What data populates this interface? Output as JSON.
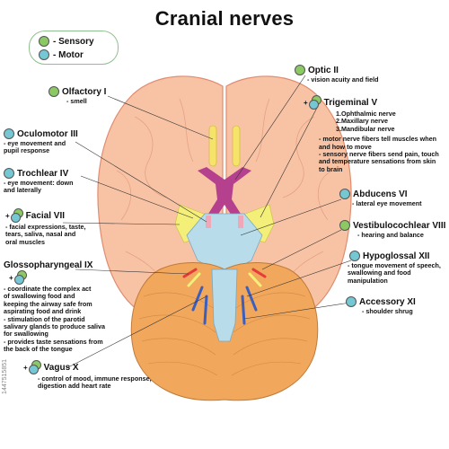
{
  "title": "Cranial nerves",
  "legend": [
    {
      "label": "- Sensory",
      "type": "sensory"
    },
    {
      "label": "- Motor",
      "type": "motor"
    }
  ],
  "nerves": {
    "olfactory": {
      "name": "Olfactory I",
      "desc": "- smell"
    },
    "oculomotor": {
      "name": "Oculomotor III",
      "desc": "- eye movement and\npupil response"
    },
    "trochlear": {
      "name": "Trochlear IV",
      "desc": "- eye movement: down\nand laterally"
    },
    "facial": {
      "name": "Facial VII",
      "desc": "- facial expressions, taste,\ntears, saliva, nasal and\noral muscles"
    },
    "glosso": {
      "name": "Glossopharyngeal IX",
      "desc": "- coordinate the complex act\nof swallowing food and\nkeeping the airway safe from\naspirating food and drink\n- stimulation of the parotid\nsalivary glands to produce saliva\nfor swallowing\n- provides taste sensations from\nthe back of the tongue"
    },
    "vagus": {
      "name": "Vagus X",
      "desc": "- control of mood, immune response,\ndigestion add heart rate"
    },
    "optic": {
      "name": "Optic II",
      "desc": "- vision acuity and field"
    },
    "trigeminal": {
      "name": "Trigeminal V",
      "desc": "1.Ophthalmic nerve\n2.Maxillary nerve\n3.Mandibular nerve",
      "desc2": "- motor nerve fibers tell muscles when\nand how to move\n- sensory nerve fibers send pain, touch\nand temperature sensations from skin\nto brain"
    },
    "abducens": {
      "name": "Abducens VI",
      "desc": "- lateral eye movement"
    },
    "vestibulo": {
      "name": "Vestibulocochlear VIII",
      "desc": "- hearing and balance"
    },
    "hypoglossal": {
      "name": "Hypoglossal XII",
      "desc": "- tongue movement of speech,\nswallowing and food\nmanipulation"
    },
    "accessory": {
      "name": "Accessory XI",
      "desc": "- shoulder shrug"
    }
  },
  "watermark": "1447515851",
  "colors": {
    "brain": "#f8c3a4",
    "brain_outline": "#e08c70",
    "cerebellum": "#f1a75c",
    "olfactory": "#f5e36a",
    "optic": "#b5418e",
    "brainstem": "#b9dcea",
    "trigeminal": "#f3ef79",
    "sensory": "#8cc864",
    "motor": "#74c7d3"
  }
}
